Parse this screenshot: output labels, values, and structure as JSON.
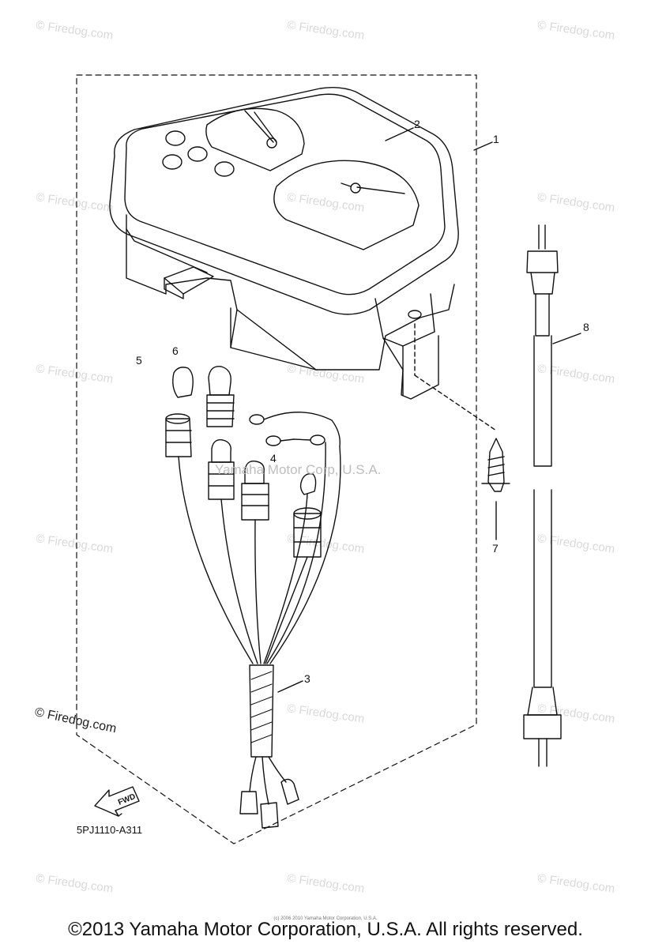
{
  "watermark_text": "© Firedog.com",
  "corner_watermark": "© Firedog.com",
  "center_watermark": "Yamaha Motor Corp, U.S.A.",
  "callouts": {
    "c1": "1",
    "c2": "2",
    "c3": "3",
    "c4": "4",
    "c5": "5",
    "c6": "6",
    "c7": "7",
    "c8": "8"
  },
  "fwd_label": "FWD",
  "diagram_code": "5PJ1110-A311",
  "copyright": "©2013 Yamaha Motor Corporation, U.S.A. All rights reserved.",
  "copyright_small": "(c) 2006 2010 Yamaha Motor Corporation, U.S.A."
}
